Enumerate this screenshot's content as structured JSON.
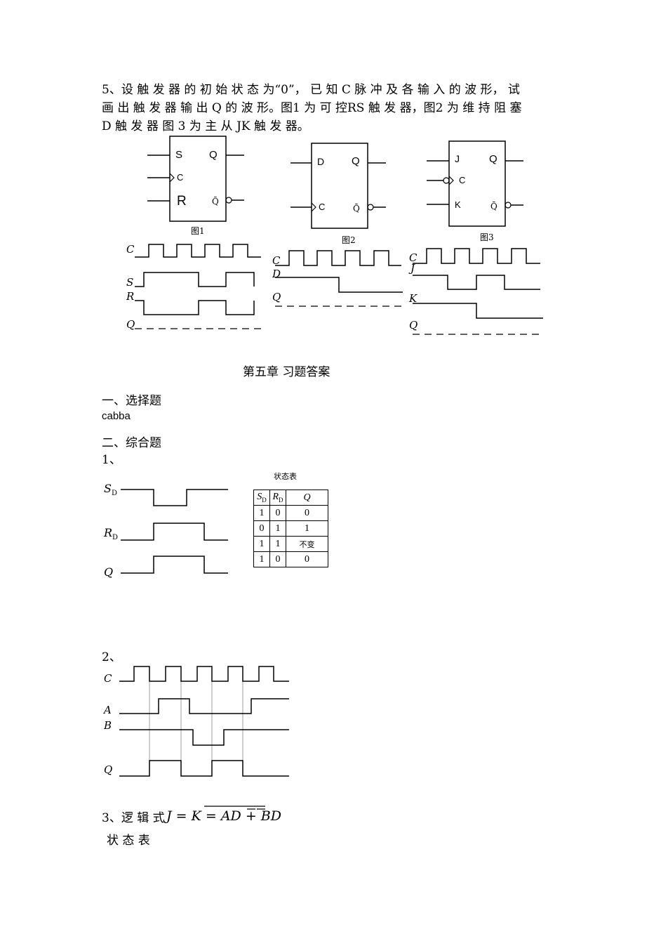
{
  "problem": {
    "line1": "5、设 触 发 器 的 初 始 状 态 为“0”， 已 知 C 脉 冲 及 各 输 入 的 波 形， 试",
    "line2": "画 出 触 发 器 输 出 Q 的 波 形。图1 为 可 控RS 触 发 器，图2 为 维 持 阻 塞",
    "line3": "D 触 发 器 图 3 为 主 从 JK 触 发 器。"
  },
  "fig1": {
    "caption": "图1",
    "pins": [
      "S",
      "C",
      "R",
      "Q",
      "Q̄"
    ],
    "signals": [
      "C",
      "S",
      "R",
      "Q"
    ]
  },
  "fig2": {
    "caption": "图2",
    "pins": [
      "D",
      "C",
      "Q",
      "Q̄"
    ],
    "signals": [
      "C",
      "D",
      "Q"
    ]
  },
  "fig3": {
    "caption": "图3",
    "pins": [
      "J",
      "C",
      "K",
      "Q",
      "Q̄"
    ],
    "signals": [
      "C",
      "J",
      "K",
      "Q"
    ]
  },
  "chapter_title": "第五章  习题答案",
  "section1": {
    "heading": "一、选择题",
    "answer": "cabba"
  },
  "section2": {
    "heading": "二、综合题"
  },
  "q1": {
    "num": "1、",
    "signals": {
      "sd": "S",
      "sd_sub": "D",
      "rd": "R",
      "rd_sub": "D",
      "q": "Q"
    },
    "table": {
      "title": "状态表",
      "headers": [
        "S",
        "R",
        "Q"
      ],
      "header_subs": [
        "D",
        "D",
        ""
      ],
      "rows": [
        [
          "1",
          "0",
          "0"
        ],
        [
          "0",
          "1",
          "1"
        ],
        [
          "1",
          "1",
          "不变"
        ],
        [
          "1",
          "0",
          "0"
        ]
      ]
    }
  },
  "q2": {
    "num": "2、",
    "signals": [
      "C",
      "A",
      "B",
      "Q"
    ]
  },
  "q3": {
    "prefix": "3、逻 辑 式",
    "expr_lhs": "J = K = ",
    "expr_terms": [
      "A",
      "D",
      " + ",
      "B",
      "D"
    ],
    "state_table_label": "状 态  表"
  }
}
